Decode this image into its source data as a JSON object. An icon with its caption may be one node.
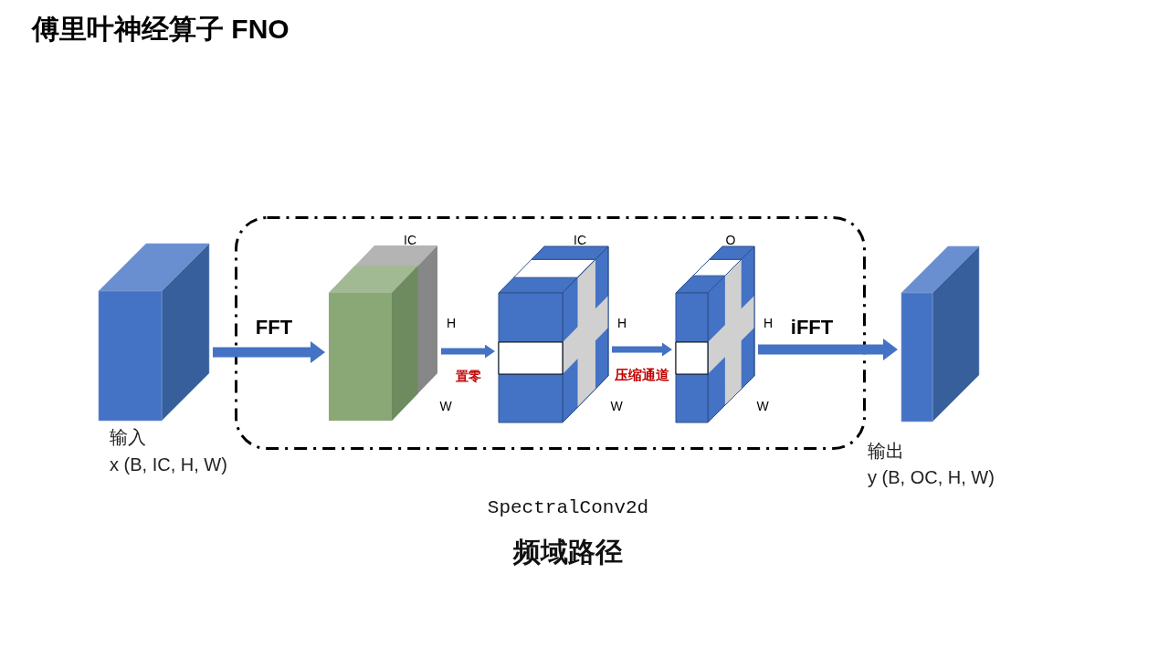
{
  "diagram": {
    "title": "傅里叶神经算子 FNO",
    "nodes": [
      {
        "text": [],
        "shape": "box",
        "beside": [
          "输入",
          "x (B, IC, H, W)"
        ]
      },
      {
        "text": [],
        "shape": "box",
        "beside": [
          "SpectralConv2d",
          "频域路径"
        ]
      },
      {
        "text": [],
        "shape": "box",
        "in": 1,
        "beside": [
          "IC",
          "H",
          "W"
        ]
      },
      {
        "text": [],
        "shape": "box",
        "in": 1,
        "beside": [
          "IC",
          "H",
          "W"
        ]
      },
      {
        "text": [],
        "shape": "box",
        "in": 1,
        "beside": [
          "O",
          "H",
          "W"
        ]
      },
      {
        "text": [],
        "shape": "box",
        "beside": [
          "输出",
          "y (B, OC, H, W)"
        ]
      }
    ],
    "edges": [
      {
        "from": 0,
        "to": 2,
        "arrow": "to",
        "label": "FFT"
      },
      {
        "from": 2,
        "to": 3,
        "arrow": "to",
        "label": "置零"
      },
      {
        "from": 3,
        "to": 4,
        "arrow": "to",
        "label": "压缩通道"
      },
      {
        "from": 4,
        "to": 5,
        "arrow": "to",
        "label": "iFFT"
      }
    ]
  }
}
